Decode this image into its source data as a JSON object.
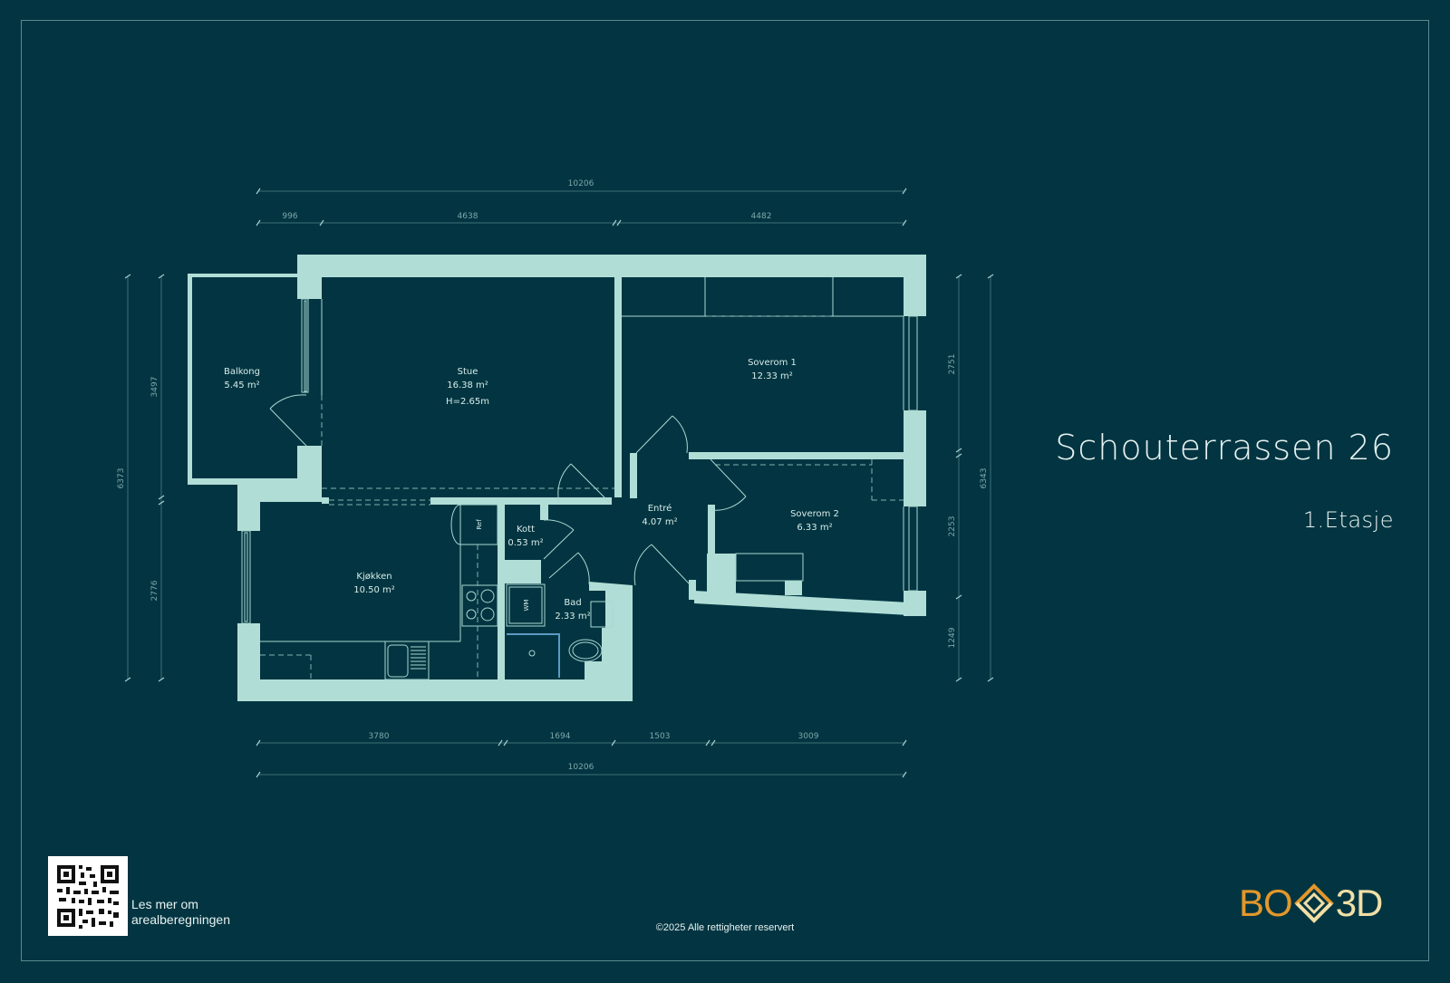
{
  "header": {
    "title": "Schouterrassen 26",
    "floor": "1.Etasje"
  },
  "rooms": [
    {
      "name": "Balkong",
      "area": "5.45 m²"
    },
    {
      "name": "Stue",
      "area": "16.38 m²",
      "height": "H=2.65m"
    },
    {
      "name": "Soverom 1",
      "area": "12.33 m²"
    },
    {
      "name": "Kjøkken",
      "area": "10.50 m²"
    },
    {
      "name": "Kott",
      "area": "0.53 m²"
    },
    {
      "name": "Entré",
      "area": "4.07 m²"
    },
    {
      "name": "Soverom 2",
      "area": "6.33 m²"
    },
    {
      "name": "Bad",
      "area": "2.33 m²"
    }
  ],
  "fixtures": {
    "fridge": "Ref",
    "washer": "WM"
  },
  "dimensions": {
    "top_total": "10206",
    "top_segments": [
      "996",
      "4638",
      "4482"
    ],
    "bottom_segments": [
      "3780",
      "1694",
      "1503",
      "3009"
    ],
    "bottom_total": "10206",
    "left_total": "6373",
    "left_segments": [
      "3497",
      "2776"
    ],
    "right_total": "6343",
    "right_segments": [
      "2751",
      "2253",
      "1249"
    ]
  },
  "footer": {
    "qr_caption_line1": "Les mer om",
    "qr_caption_line2": "arealberegningen",
    "copyright": "©2025 Alle rettigheter reservert"
  },
  "brand": {
    "logo_left": "BO",
    "logo_right": "3D",
    "logo_color_primary": "#e3972a",
    "logo_color_secondary": "#f1dfa6"
  },
  "colors": {
    "background": "#023541",
    "walls": "#b0ded7",
    "text": "#e8f2f2"
  }
}
